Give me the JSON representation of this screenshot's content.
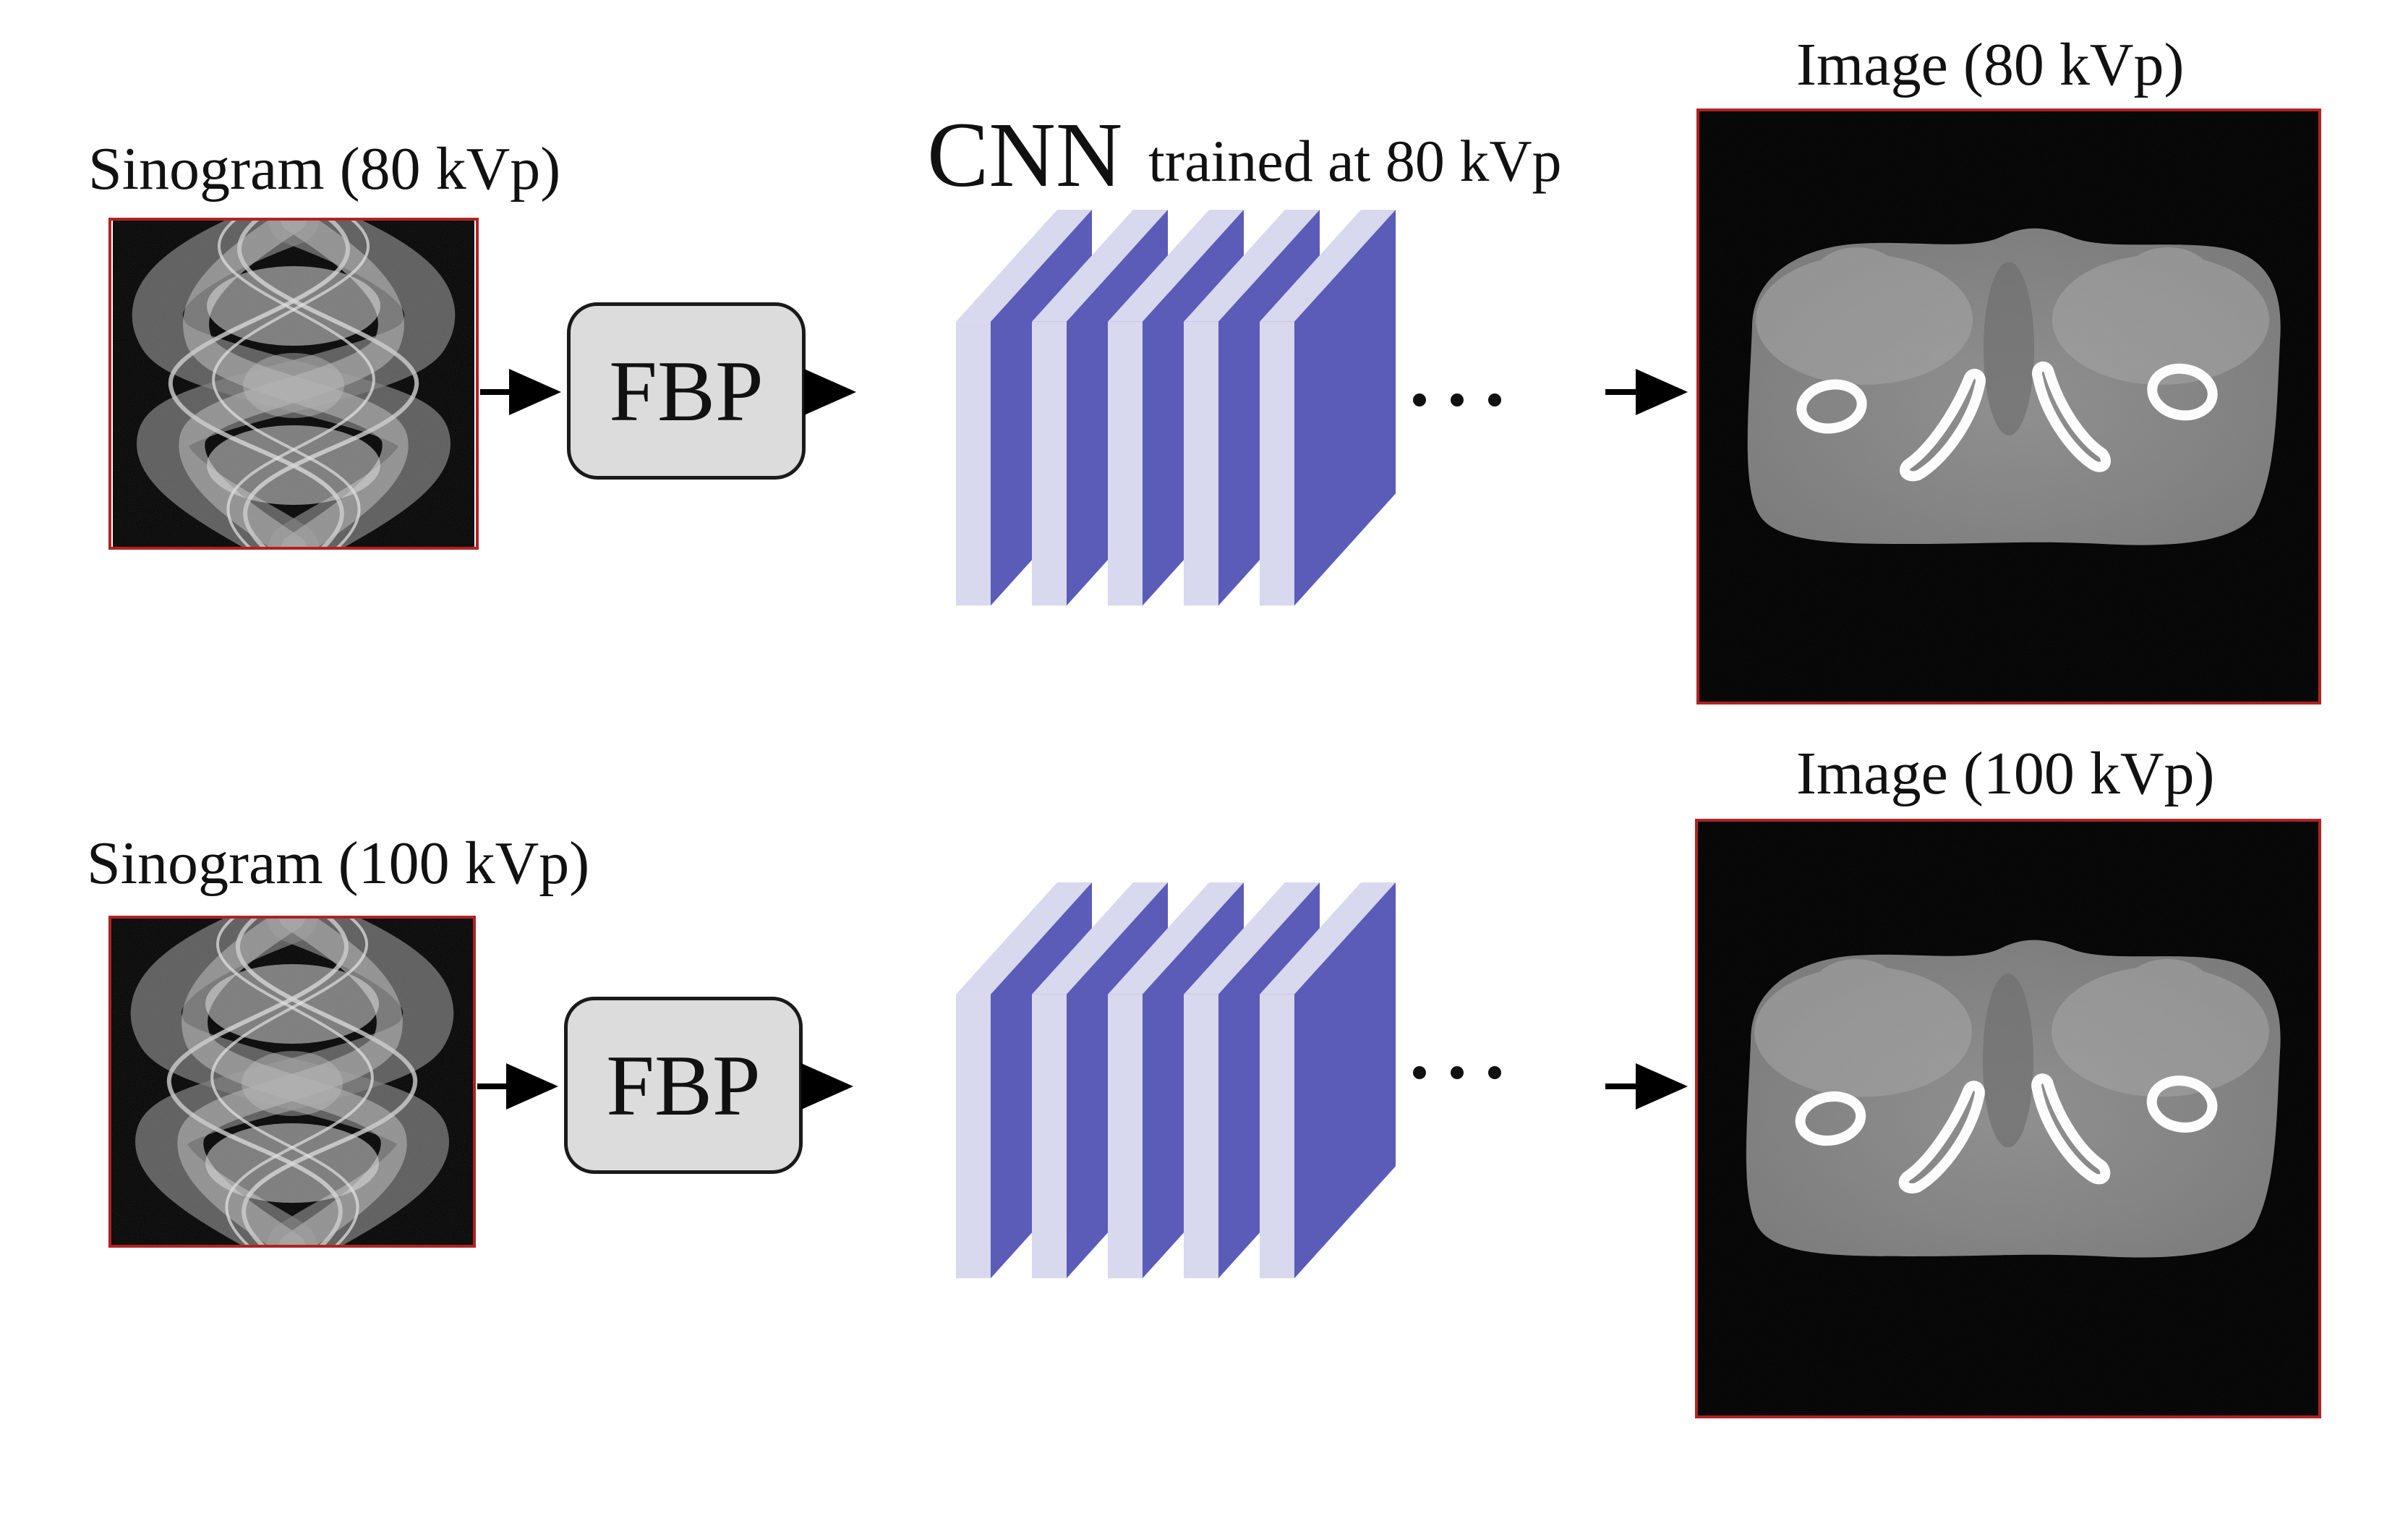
{
  "rows": [
    {
      "id": "80kvp",
      "sinogram_label": "Sinogram (80 kVp)",
      "fbp_label": "FBP",
      "image_label": "Image (80 kVp)",
      "ellipsis": "⋯"
    },
    {
      "id": "100kvp",
      "sinogram_label": "Sinogram (100 kVp)",
      "fbp_label": "FBP",
      "image_label": "Image (100 kVp)",
      "ellipsis": "⋯"
    }
  ],
  "cnn": {
    "title": "CNN",
    "subtitle": "trained at 80 kVp"
  },
  "colors": {
    "layer_front": "#5b5bb8",
    "layer_side": "#d8d8ee",
    "frame_border": "#b22222",
    "arrow": "#000000",
    "fbp_fill": "#dcdcdc"
  }
}
